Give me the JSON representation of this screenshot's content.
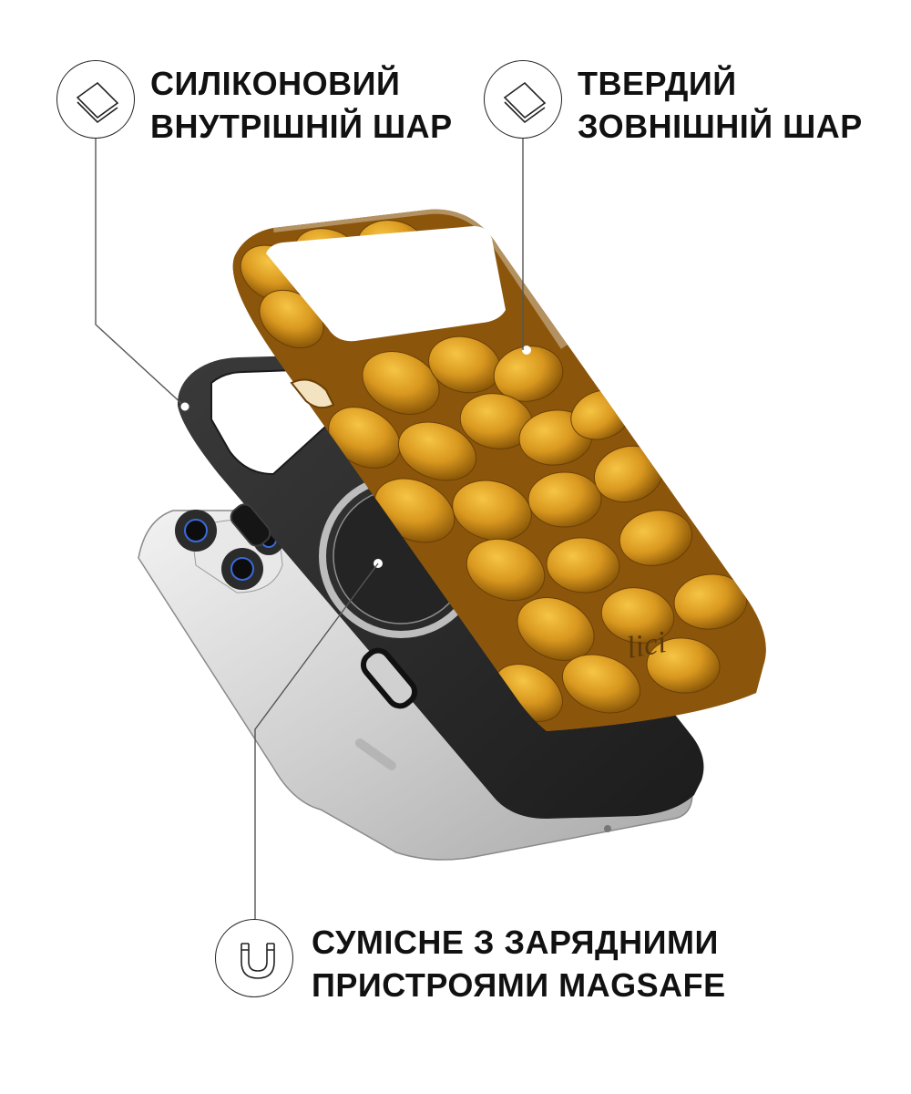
{
  "features": {
    "inner_layer": {
      "icon": "layers-icon",
      "line1": "СИЛІКОНОВИЙ",
      "line2": "ВНУТРІШНІЙ ШАР"
    },
    "outer_layer": {
      "icon": "layers-icon",
      "line1": "ТВЕРДИЙ",
      "line2": "ЗОВНІШНІЙ ШАР"
    },
    "magsafe": {
      "icon": "magnet-icon",
      "line1": "СУМІСНЕ З ЗАРЯДНИМИ",
      "line2": "ПРИСТРОЯМИ MAGSAFE"
    }
  },
  "colors": {
    "text": "#111111",
    "line": "#555555",
    "bumper": "#2a2a2a",
    "case_print": "#c98a1e",
    "phone": "#d9d9d9"
  }
}
